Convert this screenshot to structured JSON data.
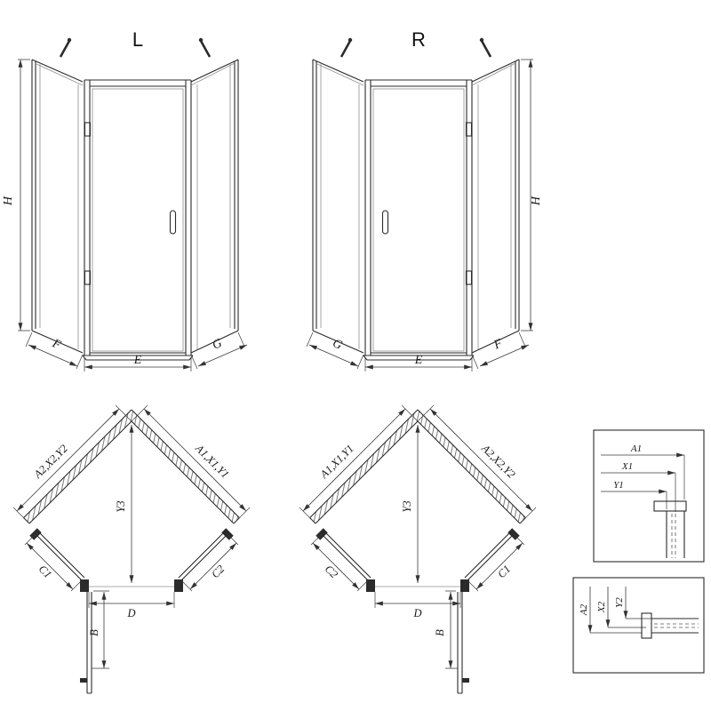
{
  "views": {
    "elev_l": {
      "title": "L",
      "h": "H",
      "f": "F",
      "e": "E",
      "g": "G"
    },
    "elev_r": {
      "title": "R",
      "h": "H",
      "f": "F",
      "e": "E",
      "g": "G"
    },
    "plan_l": {
      "wall_left": "A2,X2,Y2",
      "wall_right": "A1,X1,Y1",
      "depth": "Y3",
      "panel_left": "C1",
      "panel_right": "C2",
      "door": "D",
      "swing": "B"
    },
    "plan_r": {
      "wall_left": "A1,X1,Y1",
      "wall_right": "A2,X2,Y2",
      "depth": "Y3",
      "panel_left": "C2",
      "panel_right": "C1",
      "door": "D",
      "swing": "B"
    },
    "detail_top": {
      "d1": "A1",
      "d2": "X1",
      "d3": "Y1"
    },
    "detail_bottom": {
      "d1": "A2",
      "d2": "X2",
      "d3": "Y2"
    }
  },
  "colors": {
    "line": "#2b2b2b",
    "dim": "#3a3a3a",
    "light": "#8f8f8f",
    "bg": "#ffffff"
  }
}
